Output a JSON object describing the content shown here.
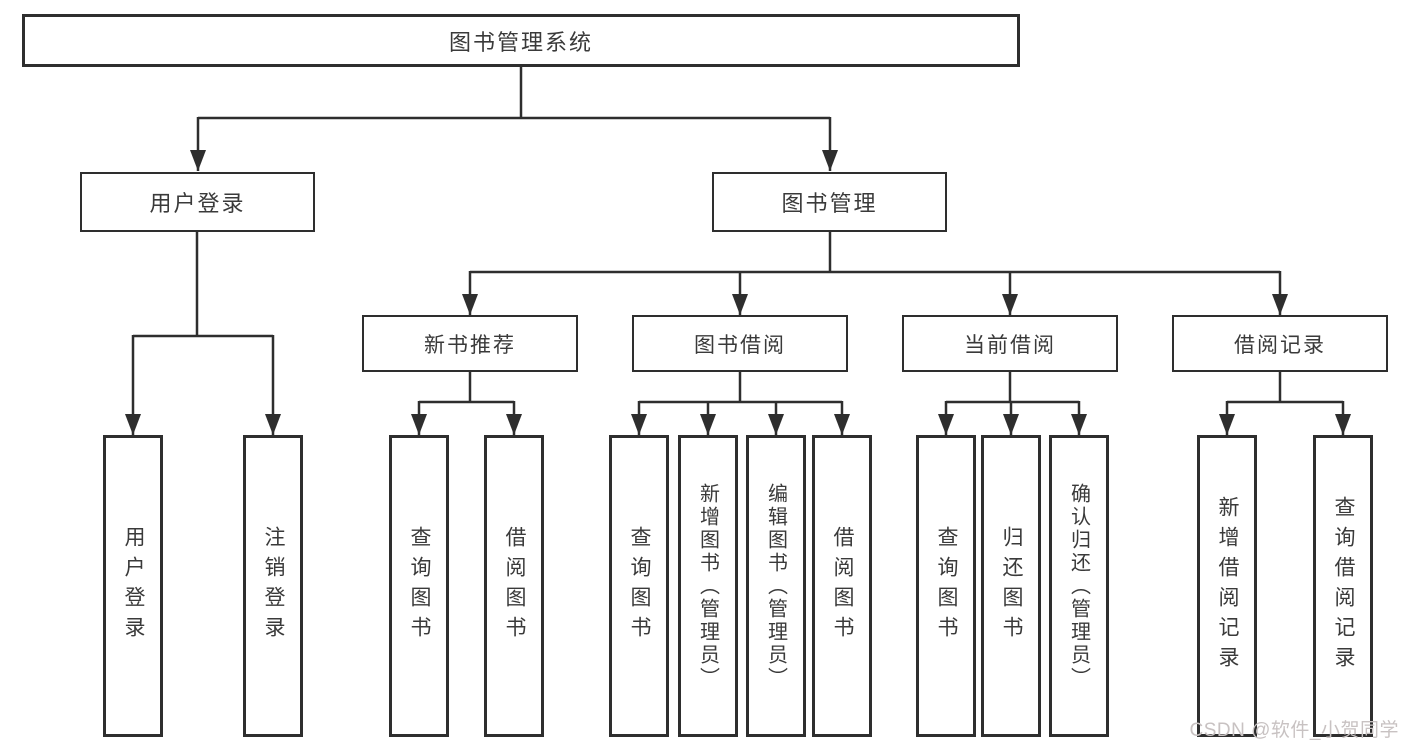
{
  "diagram": {
    "type": "org-tree",
    "colors": {
      "line": "#2e2e2e",
      "text": "#3a3a3a",
      "watermark": "#c8c2c2",
      "background": "#ffffff"
    },
    "tree": {
      "root": "图书管理系统",
      "children": [
        {
          "label": "用户登录",
          "children": [
            {
              "label": "用户登录"
            },
            {
              "label": "注销登录"
            }
          ]
        },
        {
          "label": "图书管理",
          "children": [
            {
              "label": "新书推荐",
              "children": [
                {
                  "label": "查询图书"
                },
                {
                  "label": "借阅图书"
                }
              ]
            },
            {
              "label": "图书借阅",
              "children": [
                {
                  "label": "查询图书"
                },
                {
                  "label": "新增图书（管理员）"
                },
                {
                  "label": "编辑图书（管理员）"
                },
                {
                  "label": "借阅图书"
                }
              ]
            },
            {
              "label": "当前借阅",
              "children": [
                {
                  "label": "查询图书"
                },
                {
                  "label": "归还图书"
                },
                {
                  "label": "确认归还（管理员）"
                }
              ]
            },
            {
              "label": "借阅记录",
              "children": [
                {
                  "label": "新增借阅记录"
                },
                {
                  "label": "查询借阅记录"
                }
              ]
            }
          ]
        }
      ]
    }
  },
  "watermark": "CSDN @软件_小贺同学"
}
